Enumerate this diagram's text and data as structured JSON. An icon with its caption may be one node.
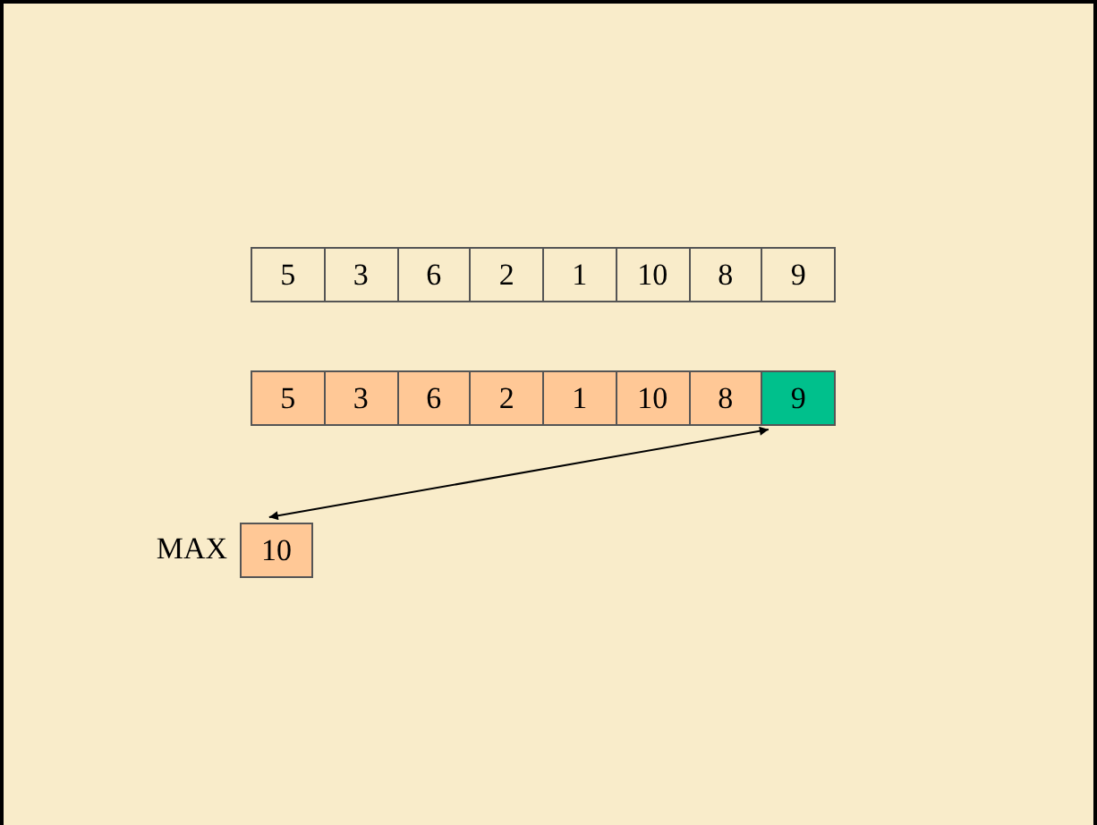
{
  "diagram": {
    "nodes": [
      {
        "text": [
          "5"
        ]
      },
      {
        "text": [
          "3"
        ]
      },
      {
        "text": [
          "6"
        ]
      },
      {
        "text": [
          "2"
        ]
      },
      {
        "text": [
          "1"
        ]
      },
      {
        "text": [
          "10"
        ]
      },
      {
        "text": [
          "8"
        ]
      },
      {
        "text": [
          "9"
        ]
      },
      {
        "text": [
          "5"
        ]
      },
      {
        "text": [
          "3"
        ]
      },
      {
        "text": [
          "6"
        ]
      },
      {
        "text": [
          "2"
        ]
      },
      {
        "text": [
          "1"
        ]
      },
      {
        "text": [
          "10"
        ]
      },
      {
        "text": [
          "8"
        ]
      },
      {
        "text": [
          "9"
        ]
      },
      {
        "text": [
          "10"
        ],
        "beside": [
          "MAX"
        ]
      }
    ],
    "edges": [
      {
        "from": 15,
        "to": 16,
        "arrow": "both"
      }
    ]
  }
}
